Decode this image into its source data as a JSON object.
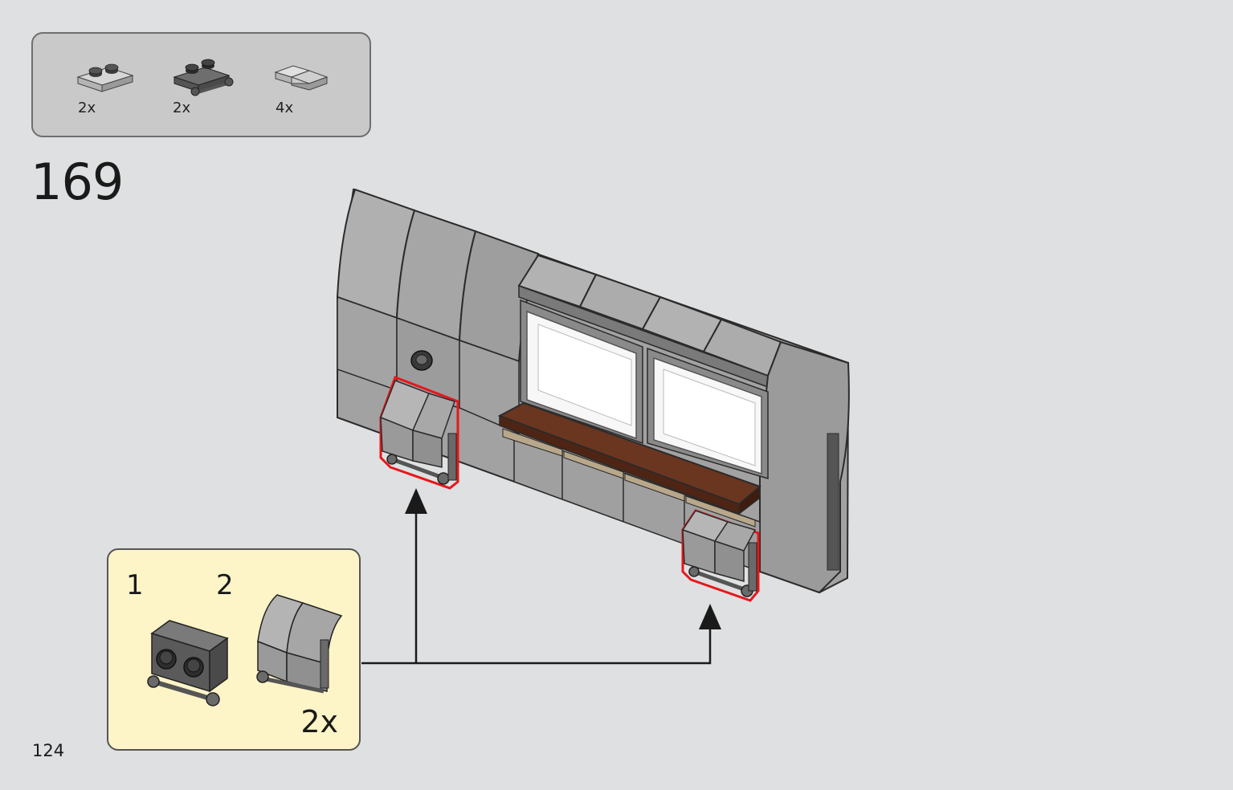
{
  "parts_list": {
    "items": [
      {
        "name": "plate-1x2-light-gray",
        "qty": "2x"
      },
      {
        "name": "plate-1x2-with-handle-dark-gray",
        "qty": "2x"
      },
      {
        "name": "wedge-slope-light-gray",
        "qty": "4x"
      }
    ]
  },
  "step": {
    "number": "169"
  },
  "callout": {
    "substeps": [
      "1",
      "2"
    ],
    "qty": "2x"
  },
  "page": {
    "number": "124"
  },
  "colors": {
    "background": "#dfe0e1",
    "parts_box": "#c9c9c9",
    "callout": "#fdf4c7",
    "highlight": "#e8161b",
    "light_gray_brick": "#a8a8a8",
    "dark_gray_brick": "#646464",
    "brown_plate": "#5a2e1a",
    "tan_plate": "#b8a78a"
  }
}
